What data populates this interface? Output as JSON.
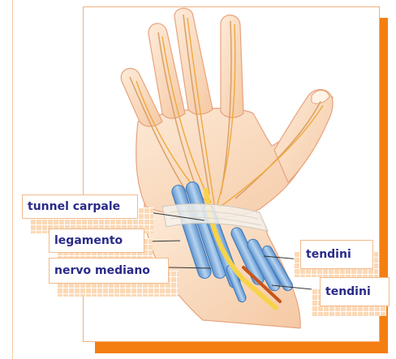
{
  "labels": {
    "tunnel": "tunnel carpale",
    "ligament": "legamento",
    "median_nerve": "nervo mediano",
    "tendons_upper": "tendini",
    "tendons_lower": "tendini"
  },
  "colors": {
    "accent": "#f47e12",
    "label_text": "#2a2a8a",
    "skin": "#fbe0c8",
    "nerve": "#f2b24a",
    "tendon": "#7fb0de"
  }
}
